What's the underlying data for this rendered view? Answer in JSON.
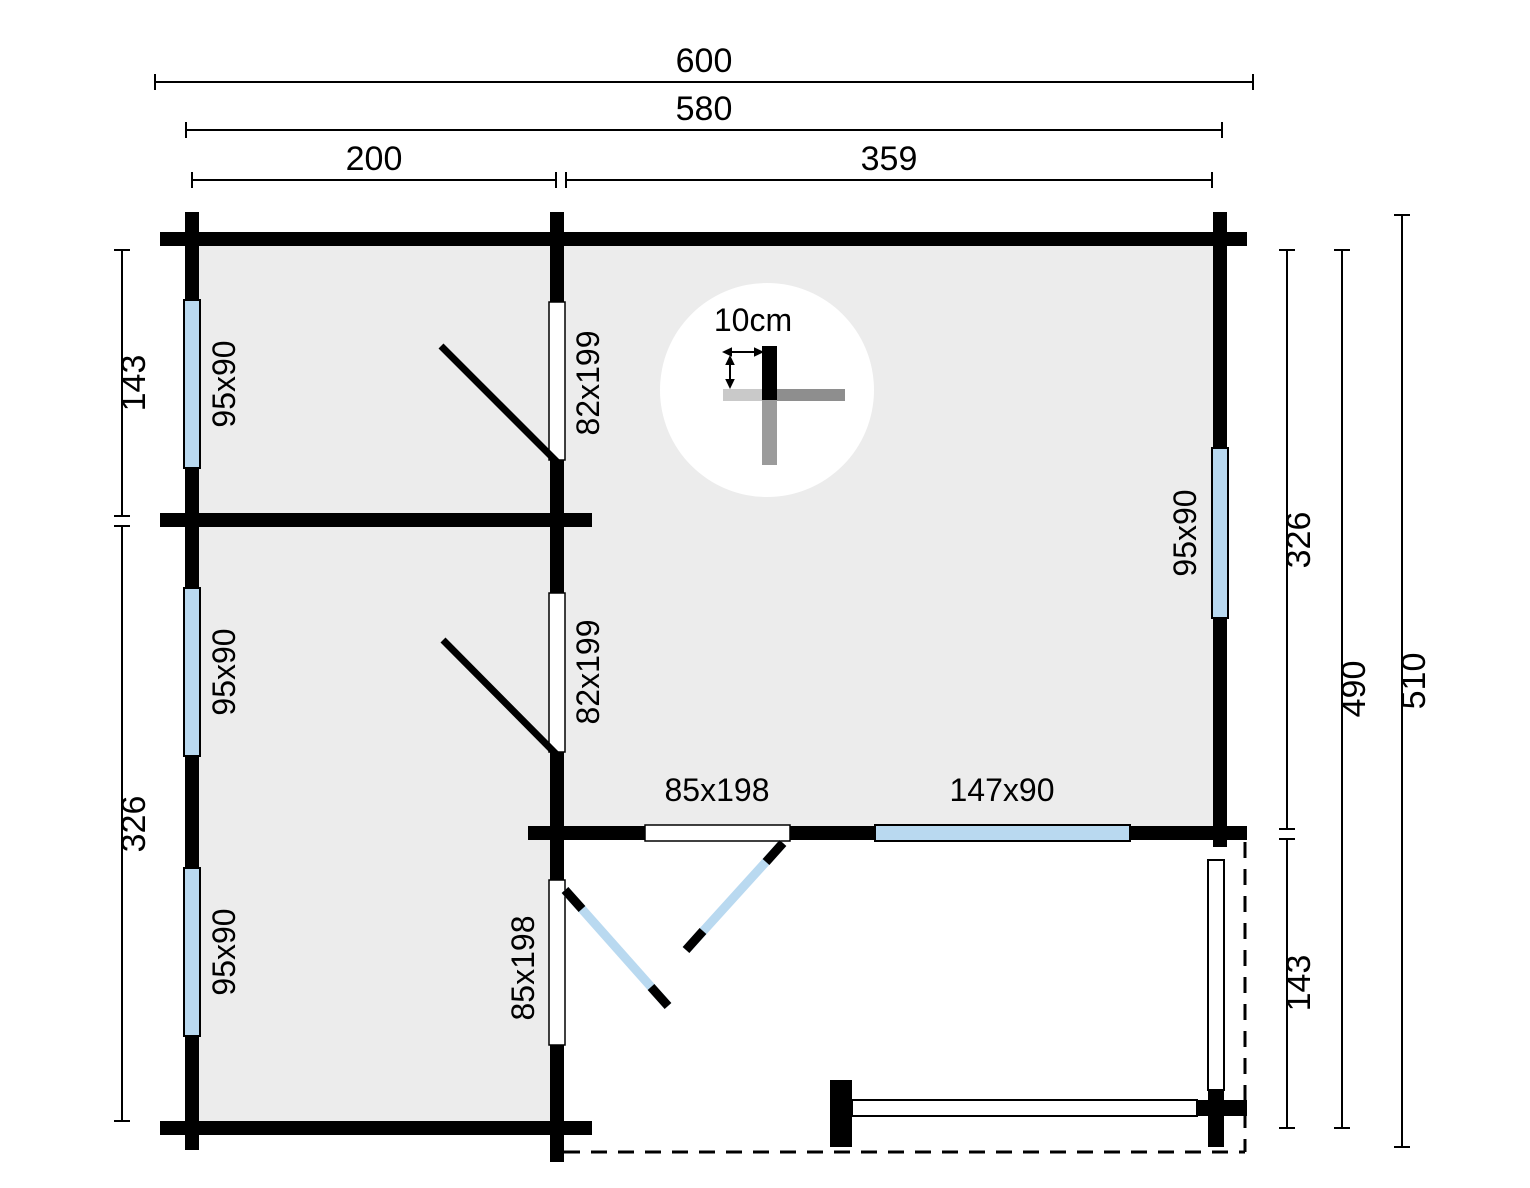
{
  "colors": {
    "wall": "#000000",
    "interior": "#ececec",
    "window_glass": "#b9d9f0",
    "detail_dark": "#8e8e8e",
    "detail_mid": "#9b9b9b",
    "detail_light": "#c9c9c9"
  },
  "dims": {
    "overall_width": "600",
    "body_width": "580",
    "room_left_width": "200",
    "room_main_width": "359",
    "left_top_height": "143",
    "left_bottom_height": "326",
    "right_main_height": "326",
    "right_terrace_height": "143",
    "body_height": "490",
    "overall_height": "510"
  },
  "labels": {
    "window_left_top": "95x90",
    "window_left_mid": "95x90",
    "window_left_bottom": "95x90",
    "window_right": "95x90",
    "window_front": "147x90",
    "door_interior_top": "82x199",
    "door_interior_mid": "82x199",
    "door_terrace_side": "85x198",
    "door_terrace_front": "85x198"
  },
  "wall_detail": {
    "thickness_label": "10cm"
  }
}
